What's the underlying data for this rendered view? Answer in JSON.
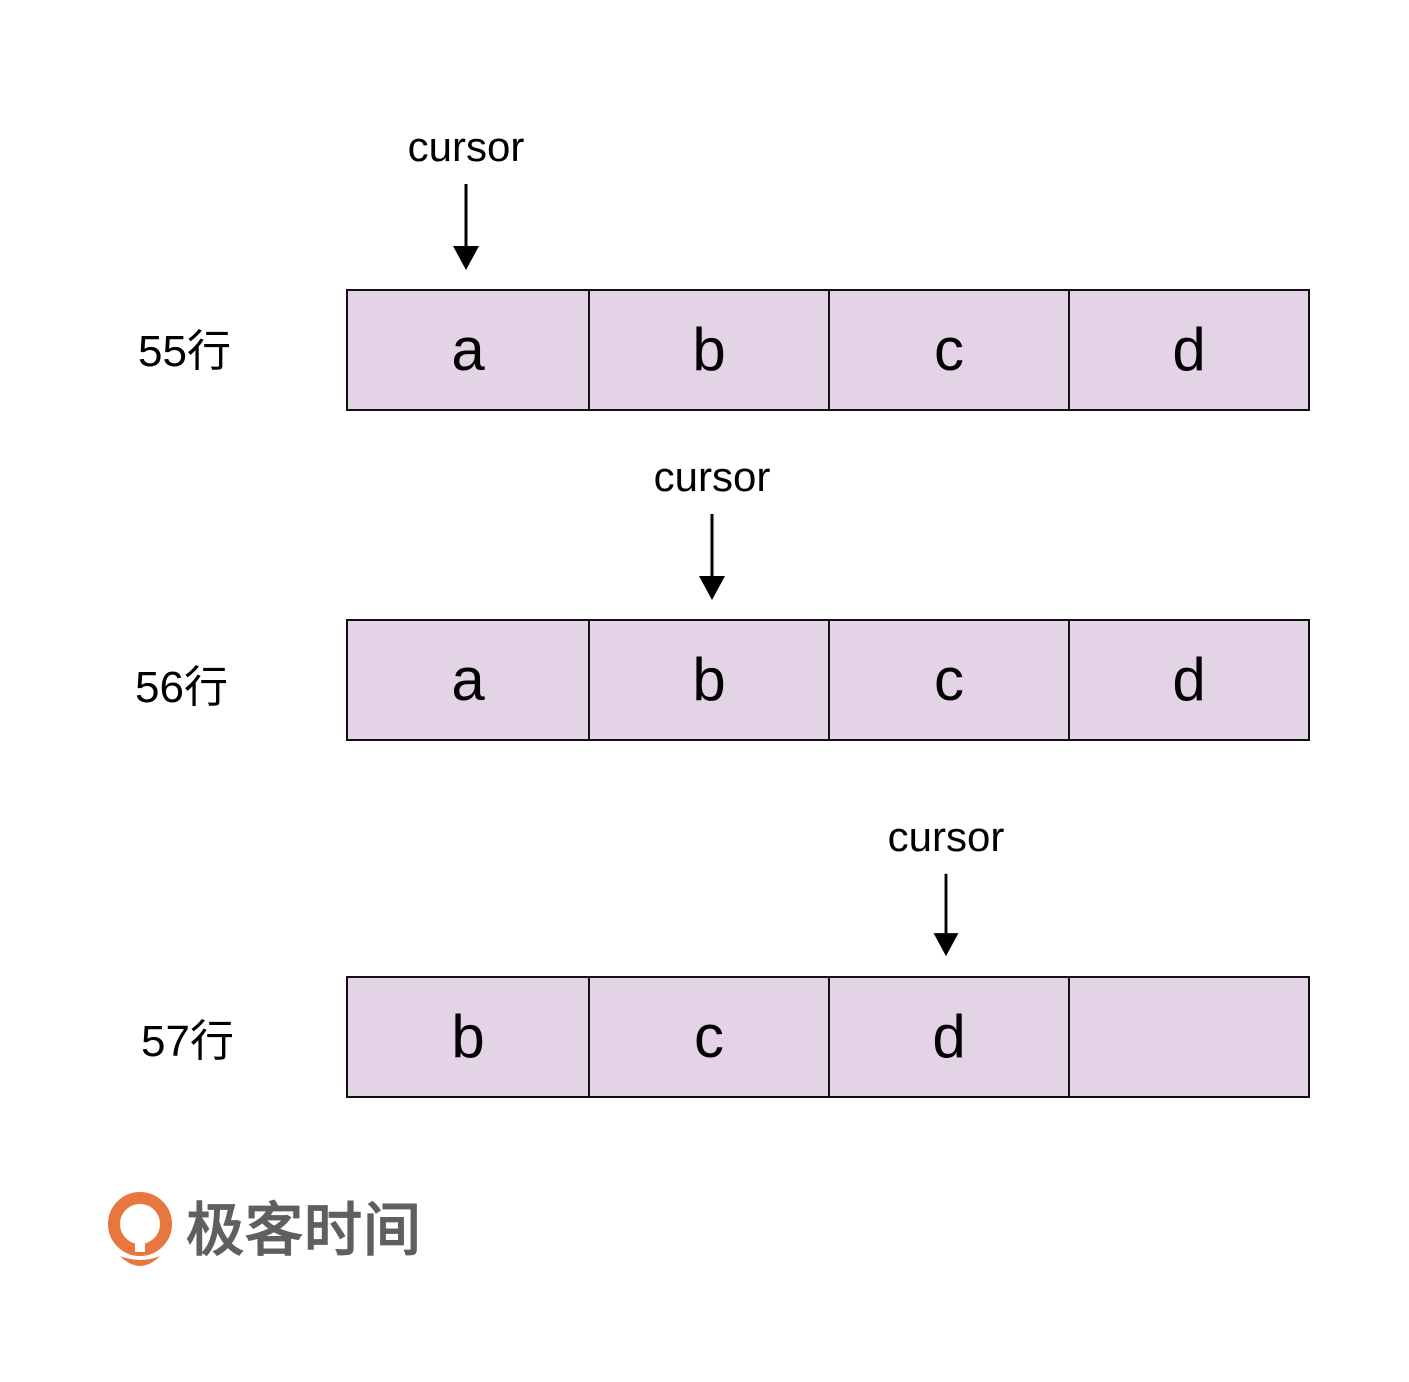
{
  "colors": {
    "cell_fill": "#e4d2e7",
    "border": "#111111",
    "logo_orange": "#e8773f",
    "logo_text": "#5f5f5f"
  },
  "rows": [
    {
      "label": "55行",
      "cells": [
        "a",
        "b",
        "c",
        "d"
      ],
      "cursor_label": "cursor",
      "cursor_cell_index": 0
    },
    {
      "label": "56行",
      "cells": [
        "a",
        "b",
        "c",
        "d"
      ],
      "cursor_label": "cursor",
      "cursor_cell_index": 1
    },
    {
      "label": "57行",
      "cells": [
        "b",
        "c",
        "d",
        ""
      ],
      "cursor_label": "cursor",
      "cursor_cell_index": 2
    }
  ],
  "logo": {
    "text": "极客时间",
    "icon": "geektime-logo-icon"
  }
}
